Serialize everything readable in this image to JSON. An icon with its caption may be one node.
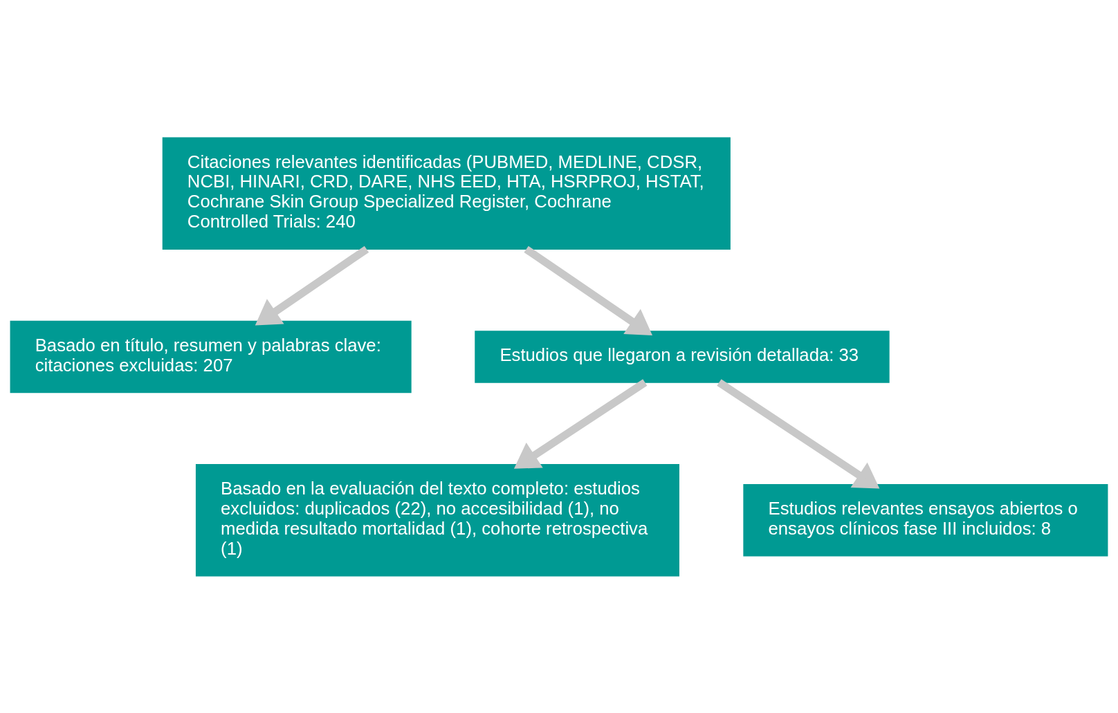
{
  "diagram": {
    "nodes": [
      {
        "text": [
          "Citaciones relevantes identificadas (PUBMED, MEDLINE, CDSR, NCBI, HINARI, CRD, DARE, NHS EED, HTA, HSRPROJ, HSTAT, Cochrane Skin Group Specialized Register, Cochrane Controlled Trials: 240"
        ]
      },
      {
        "text": [
          "Basado en título, resumen y palabras clave: citaciones excluidas: 207"
        ]
      },
      {
        "text": [
          "Estudios que llegaron a revisión detallada: 33"
        ]
      },
      {
        "text": [
          "Basado en la evaluación del texto completo: estudios excluidos: duplicados (22), no accesibilidad (1), no medida resultado mortalidad (1), cohorte retrospectiva (1)"
        ]
      },
      {
        "text": [
          "Estudios relevantes ensayos abiertos o ensayos clínicos fase III incluidos: 8"
        ]
      }
    ],
    "edges": [
      {
        "from": 0,
        "to": 1,
        "arrow": "to"
      },
      {
        "from": 0,
        "to": 2,
        "arrow": "to"
      },
      {
        "from": 2,
        "to": 3,
        "arrow": "to"
      },
      {
        "from": 2,
        "to": 4,
        "arrow": "to"
      }
    ]
  }
}
